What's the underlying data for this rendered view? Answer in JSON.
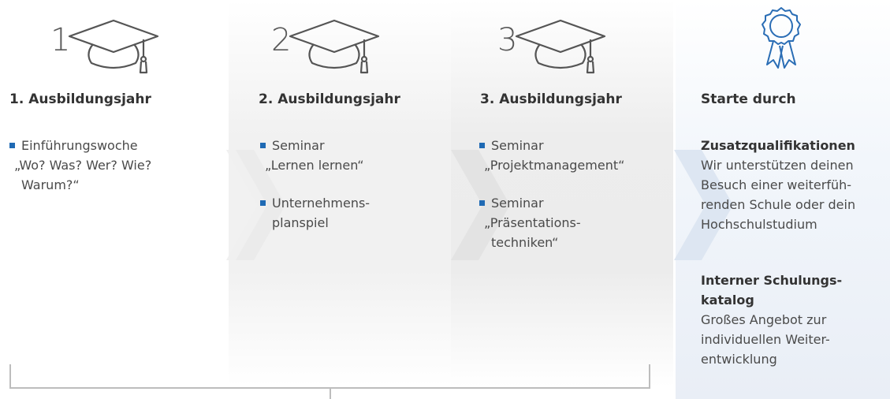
{
  "columns": [
    {
      "number": "1",
      "title": "1. Ausbildungsjahr",
      "items": [
        {
          "lines": [
            "Einführungswoche",
            "„Wo? Was? Wer? Wie?",
            "Warum?“"
          ]
        }
      ]
    },
    {
      "number": "2",
      "title": "2. Ausbildungsjahr",
      "items": [
        {
          "lines": [
            "Seminar",
            "„Lernen lernen“"
          ]
        },
        {
          "lines": [
            "Unternehmens-",
            "planspiel"
          ]
        }
      ]
    },
    {
      "number": "3",
      "title": "3. Ausbildungsjahr",
      "items": [
        {
          "lines": [
            "Seminar",
            "„Projektmanagement“"
          ]
        },
        {
          "lines": [
            "Seminar",
            "„Präsentations-",
            "techniken“"
          ]
        }
      ]
    },
    {
      "title": "Starte durch",
      "sections": [
        {
          "heading_lines": [
            "Zusatzqualifikationen"
          ],
          "text_lines": [
            "Wir unterstützen deinen",
            "Besuch einer weiterfüh-",
            "renden Schule oder dein",
            "Hochschulstudium"
          ]
        },
        {
          "heading_lines": [
            "Interner Schulungs-",
            "katalog"
          ],
          "text_lines": [
            "Großes Angebot zur",
            "individuellen Weiter-",
            "entwicklung"
          ]
        }
      ]
    }
  ],
  "icons": {
    "steps": "graduation-cap-icon",
    "final": "award-ribbon-icon"
  },
  "colors": {
    "accent": "#1f6ab4",
    "text": "#444444",
    "heading": "#333333",
    "bracket": "#bdbdbd"
  }
}
